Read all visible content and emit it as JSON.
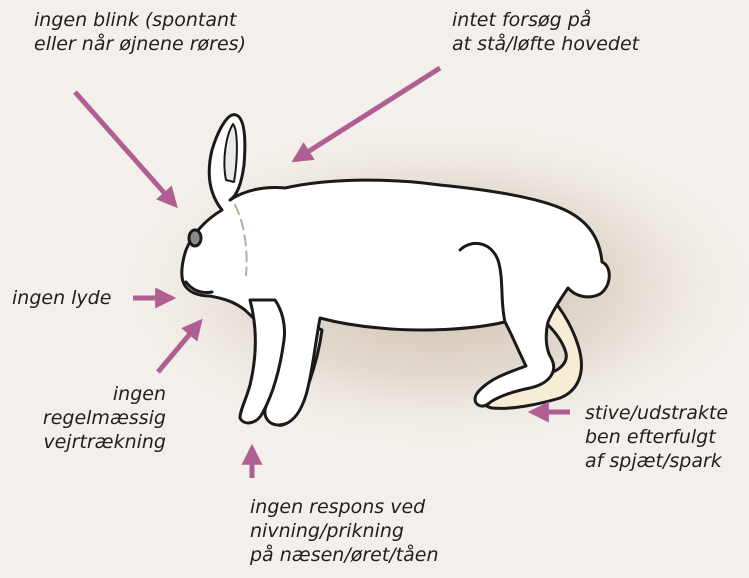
{
  "labels": {
    "blink": [
      "ingen blink (spontant",
      "eller når øjnene røres)"
    ],
    "stand": [
      "intet forsøg på",
      "at stå/løfte hovedet"
    ],
    "sounds": [
      "ingen lyde"
    ],
    "breathing": [
      "ingen",
      "regelmæssig",
      "vejrtrækning"
    ],
    "response": [
      "ingen respons ved",
      "nivning/prikning",
      "på næsen/øret/tåen"
    ],
    "legs": [
      "stive/udstrakte",
      "ben efterfulgt",
      "af spjæt/spark"
    ]
  },
  "colors": {
    "arrow": "#b05f93",
    "background": "#f3efea",
    "shadow": "#cdbfae",
    "body": "#ffffff",
    "body_shade": "#f1e6c9",
    "outline": "#1a1a1a"
  },
  "icons": [
    "rabbit-illustration"
  ]
}
